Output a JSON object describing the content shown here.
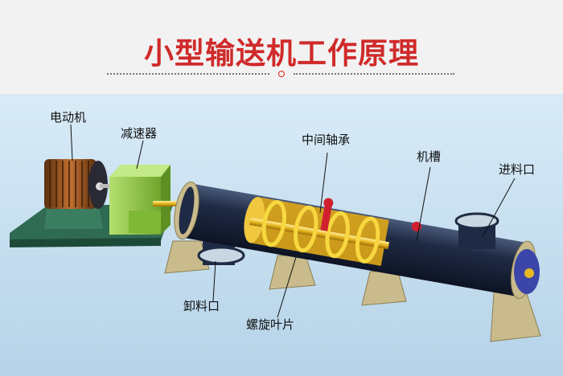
{
  "title": "小型输送机工作原理",
  "labels": {
    "motor": "电动机",
    "reducer": "减速器",
    "middle_bearing": "中间轴承",
    "trough": "机槽",
    "inlet": "进料口",
    "outlet": "卸料口",
    "screw_blade": "螺旋叶片"
  },
  "colors": {
    "title": "#d02a2a",
    "background": "#c7e0f0",
    "tube": "#1f2a44",
    "screw": "#e8b820",
    "reducer": "#8cc63f",
    "base": "#2f6b52",
    "support": "#c9bb8c",
    "end_cap": "#3b46a8"
  }
}
